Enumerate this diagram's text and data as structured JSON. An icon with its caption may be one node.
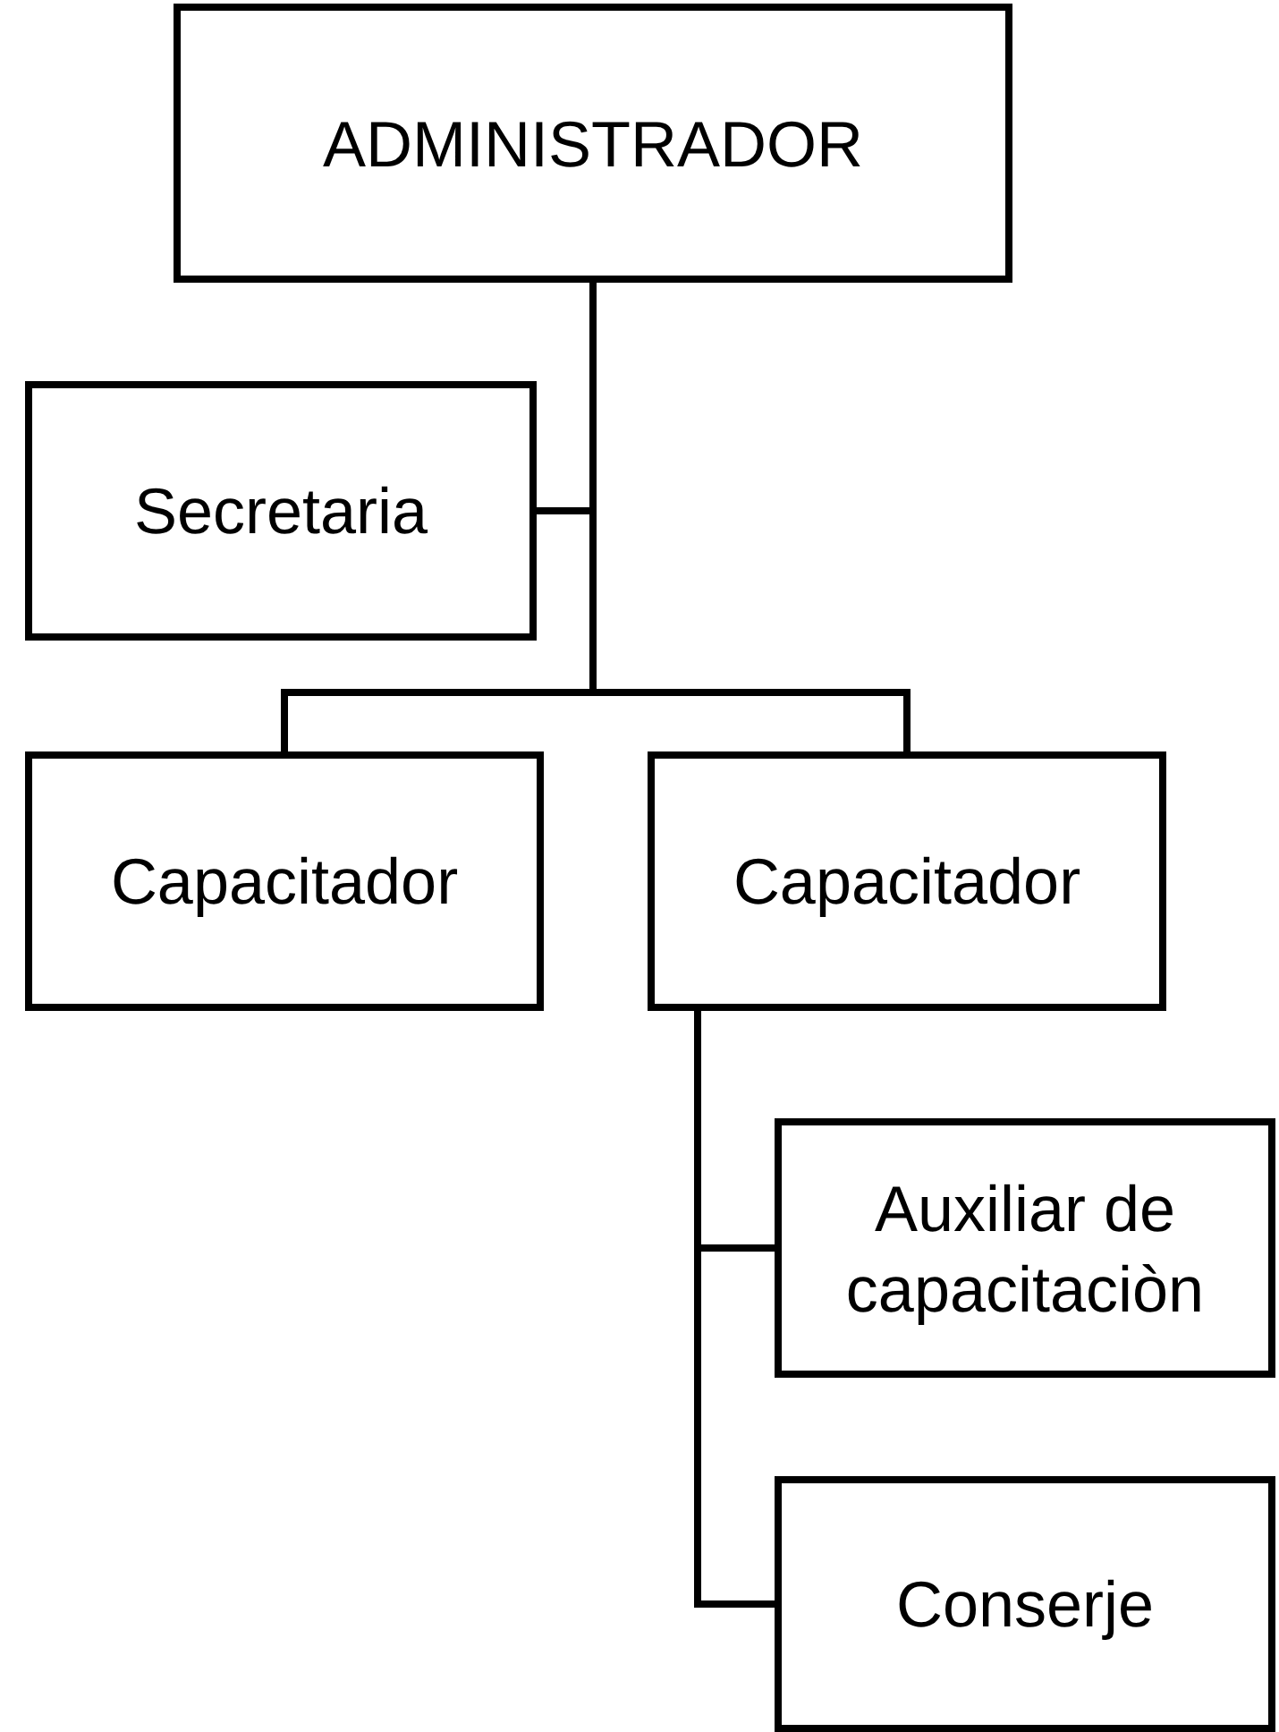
{
  "diagram": {
    "nodes": [
      {
        "text": [
          "ADMINISTRADOR"
        ]
      },
      {
        "text": [
          "Secretaria"
        ]
      },
      {
        "text": [
          "Capacitador"
        ]
      },
      {
        "text": [
          "Capacitador"
        ]
      },
      {
        "text": [
          "Auxiliar de capacitaciòn"
        ]
      },
      {
        "text": [
          "Conserje"
        ]
      }
    ],
    "edges": [
      {
        "from": 0,
        "to": 1,
        "arrow": "none"
      },
      {
        "from": 0,
        "to": 2,
        "arrow": "none"
      },
      {
        "from": 0,
        "to": 3,
        "arrow": "none"
      },
      {
        "from": 3,
        "to": 4,
        "arrow": "none"
      },
      {
        "from": 3,
        "to": 5,
        "arrow": "none"
      }
    ]
  }
}
